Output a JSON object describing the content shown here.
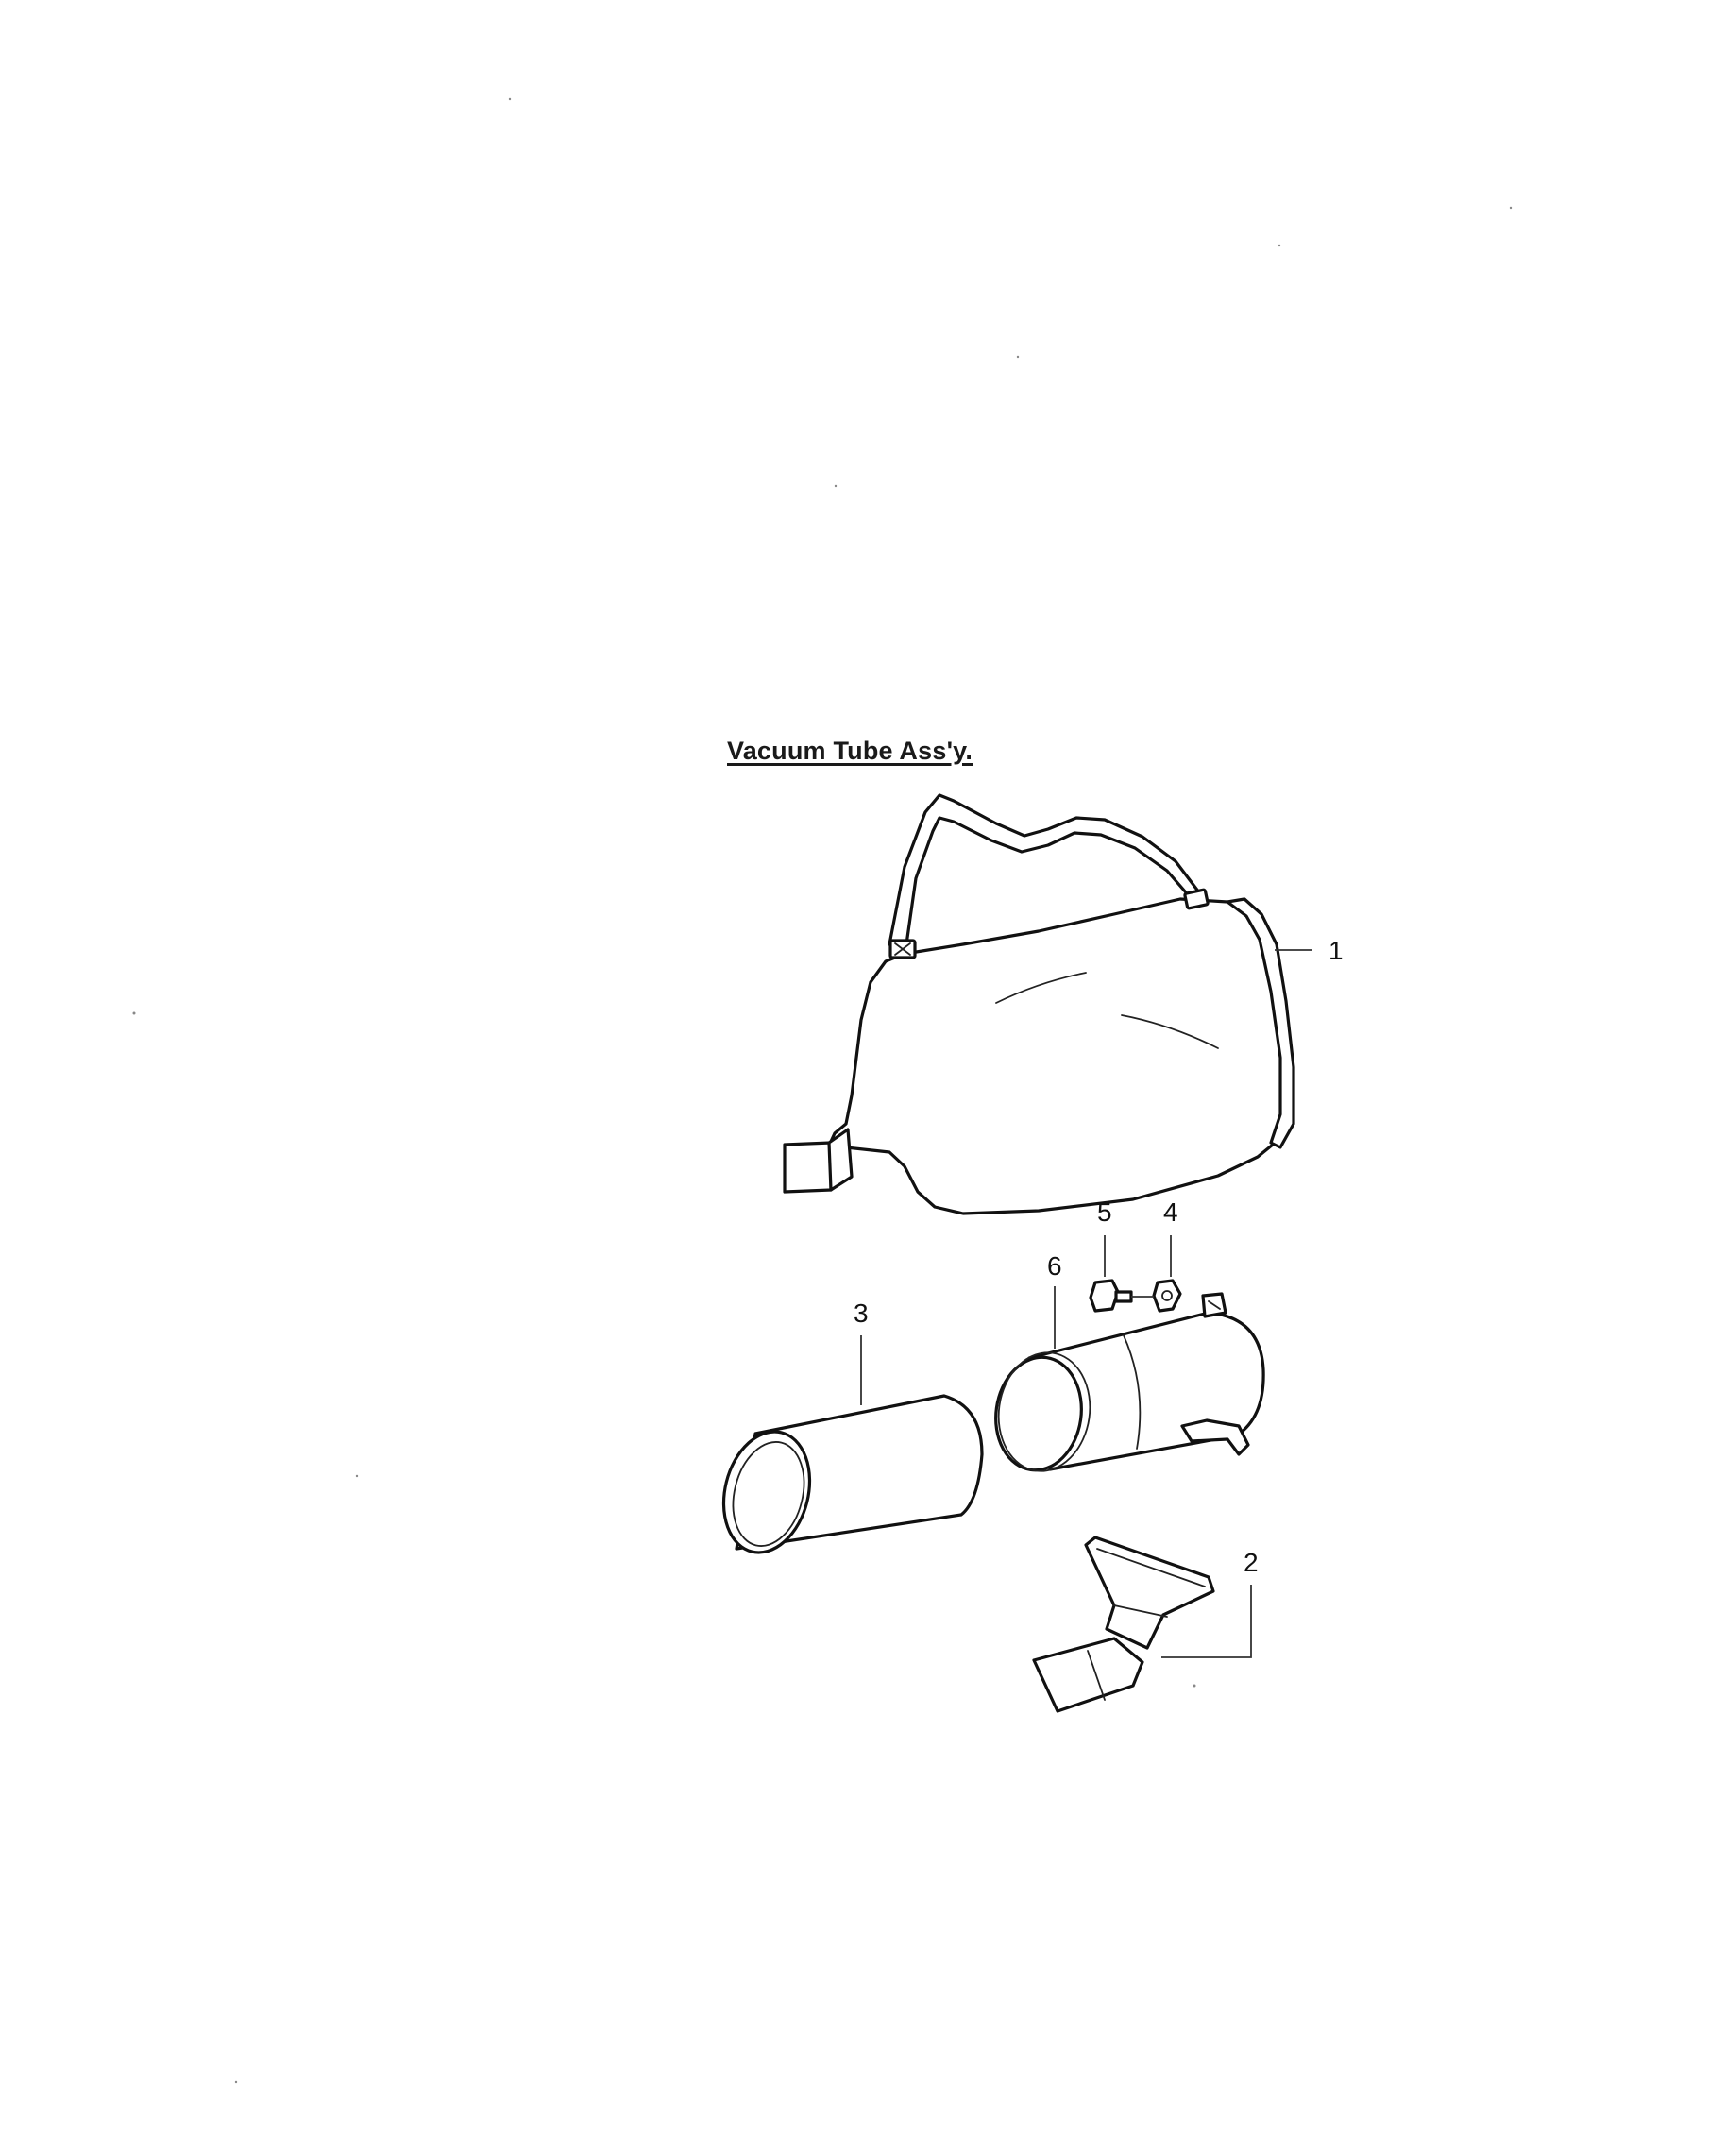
{
  "title": "Vacuum Tube Ass'y.",
  "callouts": {
    "bag": "1",
    "elbow": "2",
    "tube": "3",
    "nut": "4",
    "bolt": "5",
    "housing": "6"
  }
}
